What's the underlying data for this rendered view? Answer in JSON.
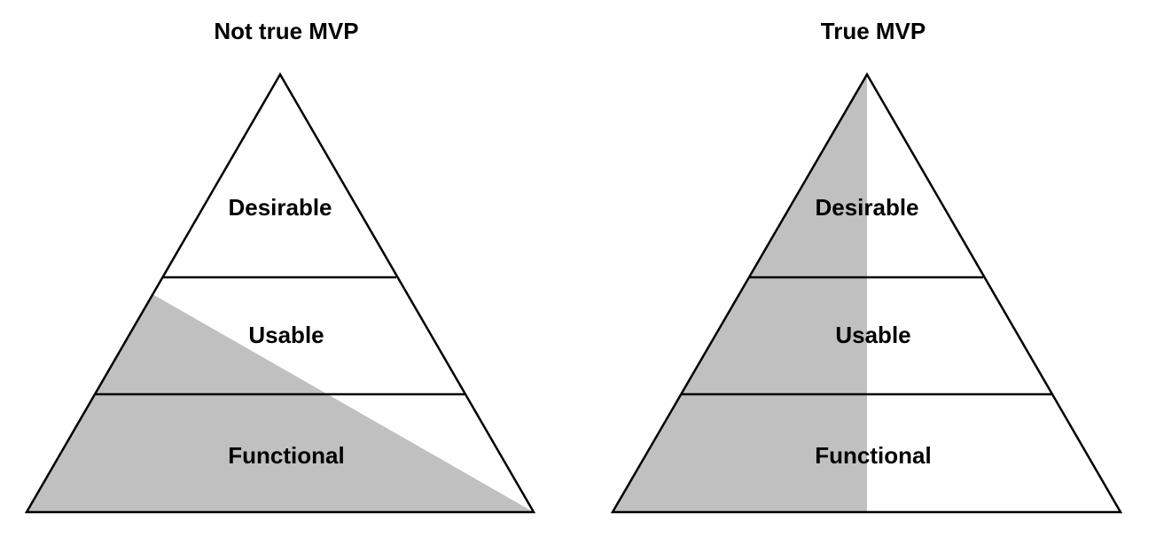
{
  "colors": {
    "fill": "#c0c0c0",
    "stroke": "#000000",
    "background": "#ffffff"
  },
  "left": {
    "title": "Not true MVP",
    "layers": {
      "top": "Desirable",
      "middle": "Usable",
      "bottom": "Functional"
    }
  },
  "right": {
    "title": "True MVP",
    "layers": {
      "top": "Desirable",
      "middle": "Usable",
      "bottom": "Functional"
    }
  }
}
